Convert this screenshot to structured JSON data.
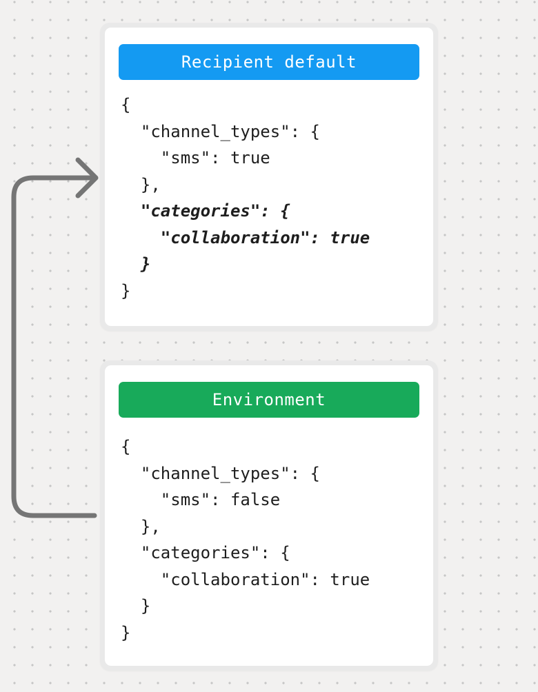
{
  "colors": {
    "background": "#f2f1f0",
    "dot_grid": "#c6c6c6",
    "card_frame": "#e9e9e9",
    "card_surface": "#ffffff",
    "header_text": "#ffffff",
    "code_text": "#1e1e1e",
    "recipient_header": "#149af2",
    "environment_header": "#18aa5a",
    "arrow": "#757575"
  },
  "arrow": {
    "icon": "curved-arrow-right",
    "description": "arrow from Environment card looping left and up into Recipient default card"
  },
  "cards": [
    {
      "title": "Recipient default",
      "header_color": "#149af2",
      "code_lines": [
        {
          "text": "{",
          "style": "regular"
        },
        {
          "text": "  \"channel_types\": {",
          "style": "regular"
        },
        {
          "text": "    \"sms\": true",
          "style": "regular"
        },
        {
          "text": "  },",
          "style": "regular"
        },
        {
          "text": "  \"categories\": {",
          "style": "italic"
        },
        {
          "text": "    \"collaboration\": true",
          "style": "italic"
        },
        {
          "text": "  }",
          "style": "italic"
        },
        {
          "text": "}",
          "style": "regular"
        }
      ]
    },
    {
      "title": "Environment",
      "header_color": "#18aa5a",
      "code_lines": [
        {
          "text": "{",
          "style": "regular"
        },
        {
          "text": "  \"channel_types\": {",
          "style": "regular"
        },
        {
          "text": "    \"sms\": false",
          "style": "regular"
        },
        {
          "text": "  },",
          "style": "regular"
        },
        {
          "text": "  \"categories\": {",
          "style": "regular"
        },
        {
          "text": "    \"collaboration\": true",
          "style": "regular"
        },
        {
          "text": "  }",
          "style": "regular"
        },
        {
          "text": "}",
          "style": "regular"
        }
      ]
    }
  ]
}
